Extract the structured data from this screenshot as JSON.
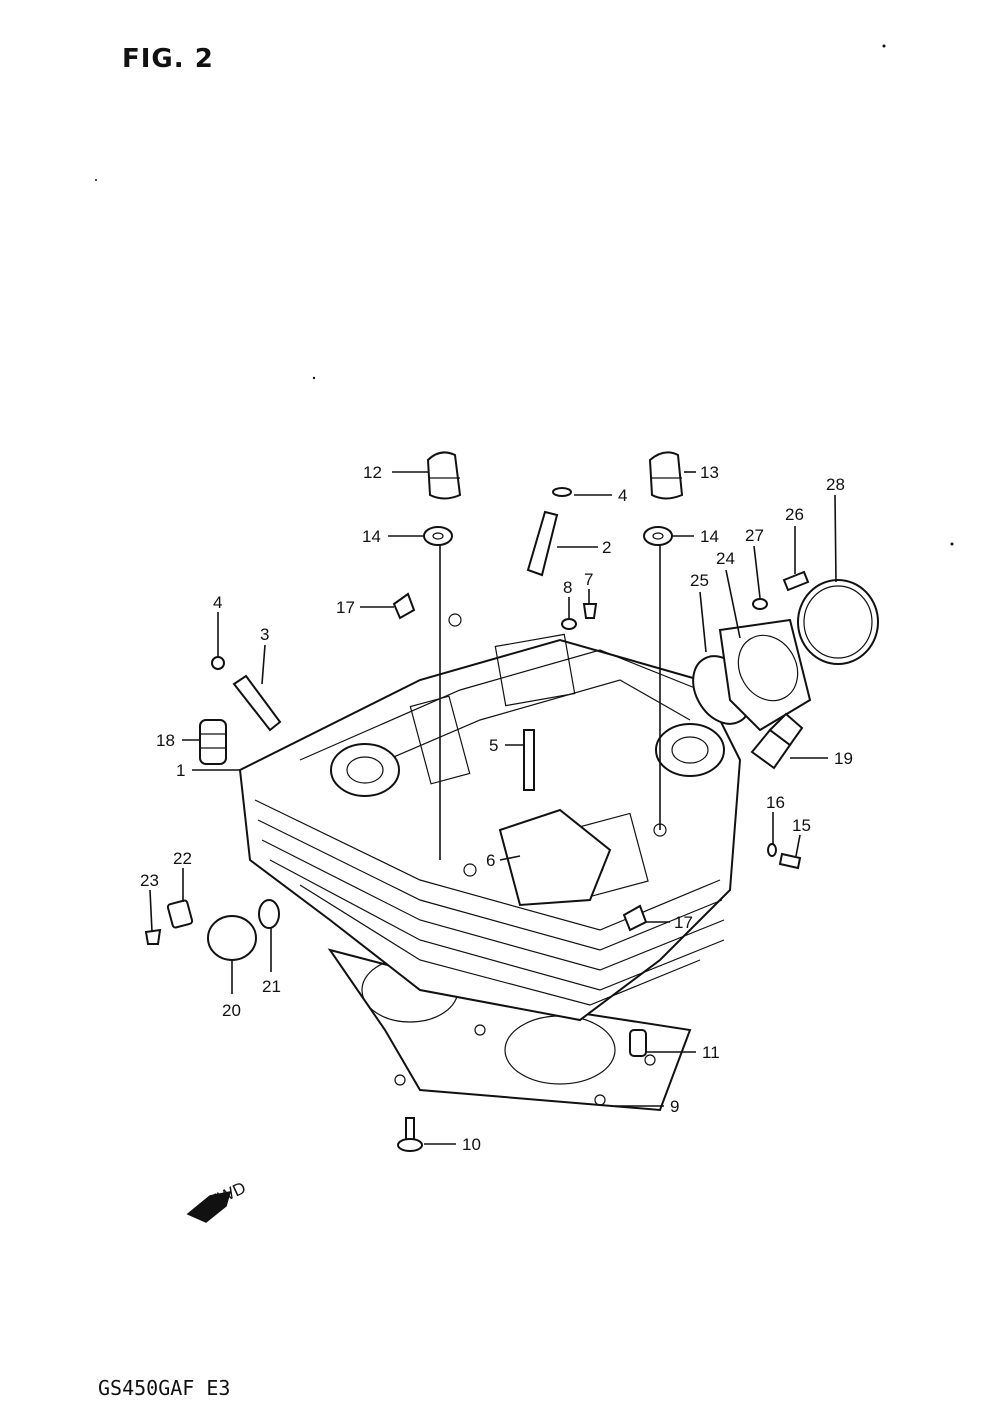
{
  "figure": {
    "title": "FIG. 2",
    "model_code": "GS450GAF E3",
    "fwd_marker": "FWD"
  },
  "callouts": [
    {
      "id": "c12",
      "label": "12"
    },
    {
      "id": "c13",
      "label": "13"
    },
    {
      "id": "c4a",
      "label": "4"
    },
    {
      "id": "c14a",
      "label": "14"
    },
    {
      "id": "c14b",
      "label": "14"
    },
    {
      "id": "c2",
      "label": "2"
    },
    {
      "id": "c28",
      "label": "28"
    },
    {
      "id": "c26",
      "label": "26"
    },
    {
      "id": "c27",
      "label": "27"
    },
    {
      "id": "c24",
      "label": "24"
    },
    {
      "id": "c25",
      "label": "25"
    },
    {
      "id": "c8",
      "label": "8"
    },
    {
      "id": "c7",
      "label": "7"
    },
    {
      "id": "c17a",
      "label": "17"
    },
    {
      "id": "c4b",
      "label": "4"
    },
    {
      "id": "c3",
      "label": "3"
    },
    {
      "id": "c18",
      "label": "18"
    },
    {
      "id": "c5",
      "label": "5"
    },
    {
      "id": "c19",
      "label": "19"
    },
    {
      "id": "c1",
      "label": "1"
    },
    {
      "id": "c16",
      "label": "16"
    },
    {
      "id": "c15",
      "label": "15"
    },
    {
      "id": "c6",
      "label": "6"
    },
    {
      "id": "c22",
      "label": "22"
    },
    {
      "id": "c23",
      "label": "23"
    },
    {
      "id": "c17b",
      "label": "17"
    },
    {
      "id": "c21",
      "label": "21"
    },
    {
      "id": "c20",
      "label": "20"
    },
    {
      "id": "c11",
      "label": "11"
    },
    {
      "id": "c9",
      "label": "9"
    },
    {
      "id": "c10",
      "label": "10"
    }
  ]
}
